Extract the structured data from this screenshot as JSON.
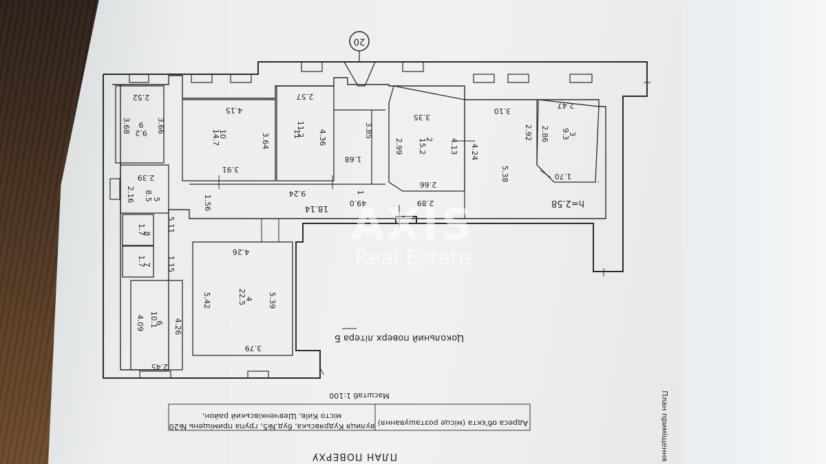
{
  "title": "ПЛАН ПОВЕРХУ",
  "side_title": "План приміщення",
  "axis_number": "20",
  "floor_label": "Цокольний поверх літера Б",
  "scale": "Масштаб 1:100",
  "address_label": "Адреса об'єкта (місце розташування)",
  "address_line1": "місто Київ, Шевченківський район,",
  "address_line2": "вулиця Кудрявська, буд.№5, група приміщень №20",
  "watermark": {
    "brand": "AXIS",
    "sub": "Real Estate"
  },
  "height_note": "h=2.58",
  "rooms": [
    {
      "num": "9",
      "area": "9.2",
      "w": "2.52",
      "h1": "3.68",
      "h2": "3.66"
    },
    {
      "num": "10",
      "area": "14.7",
      "w": "4.15",
      "h1": "3.91",
      "h2": "3.64"
    },
    {
      "num": "11",
      "area": "11.2",
      "w": "2.57",
      "h1": "4.36"
    },
    {
      "num": "2",
      "area": "15.2",
      "w": "3.35",
      "h1": "2.99",
      "h2": "4.13",
      "b": "2.66"
    },
    {
      "num": "3",
      "area": "9.3",
      "w": "2.47",
      "h1": "2.86",
      "b": "1.70"
    },
    {
      "num": "5",
      "area": "8.5",
      "w": "2.39",
      "h1": "2.16"
    },
    {
      "num": "8",
      "area": "1.7"
    },
    {
      "num": "7",
      "area": "1.7"
    },
    {
      "num": "6",
      "area": "10.1",
      "w": "2.45",
      "h1": "4.09",
      "h2": "4.26"
    },
    {
      "num": "4",
      "area": "22.5",
      "w": "4.26",
      "h1": "5.42",
      "h2": "5.39",
      "b": "3.79"
    },
    {
      "num": "1",
      "area": "49.0"
    }
  ],
  "dims": {
    "d385": "3.85",
    "d168": "1.68",
    "d310": "3.10",
    "d292": "2.92",
    "d424": "4.24",
    "d538": "5.38",
    "d289": "2.89",
    "d924": "9.24",
    "d1814": "18.14",
    "d156": "1.56",
    "d511": "5.11",
    "d115": "1.15"
  }
}
